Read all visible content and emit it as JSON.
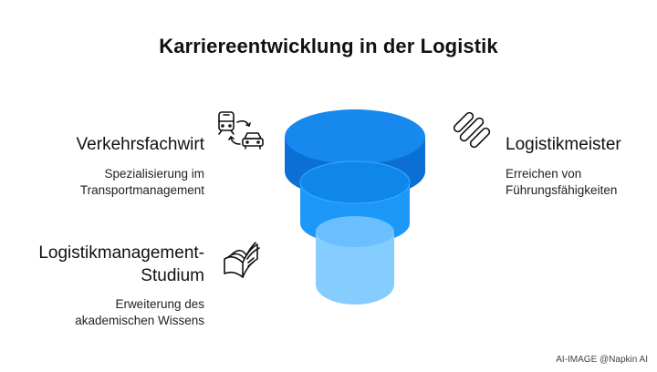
{
  "title": "Karriereentwicklung in der Logistik",
  "items": {
    "verkehr": {
      "label": "Verkehrsfachwirt",
      "desc_line1": "Spezialisierung im",
      "desc_line2": "Transportmanagement"
    },
    "studium": {
      "label_line1": "Logistikmanagement-",
      "label_line2": "Studium",
      "desc_line1": "Erweiterung des",
      "desc_line2": "akademischen Wissens"
    },
    "meister": {
      "label": "Logistikmeister",
      "desc_line1": "Erreichen von",
      "desc_line2": "Führungsfähigkeiten"
    }
  },
  "footer": "AI-IMAGE  @Napkin AI",
  "colors": {
    "tier_top": "#0B72D9",
    "tier_top_face": "#1A8BF0",
    "tier_mid": "#1E9BFA",
    "tier_mid_face": "#4CB4FF",
    "tier_low": "#7CC8FF",
    "tier_low_face": "#A8DAFF"
  },
  "icons": {
    "verkehr": "train-car-icon",
    "studium": "open-book-icon",
    "meister": "capsules-icon"
  }
}
